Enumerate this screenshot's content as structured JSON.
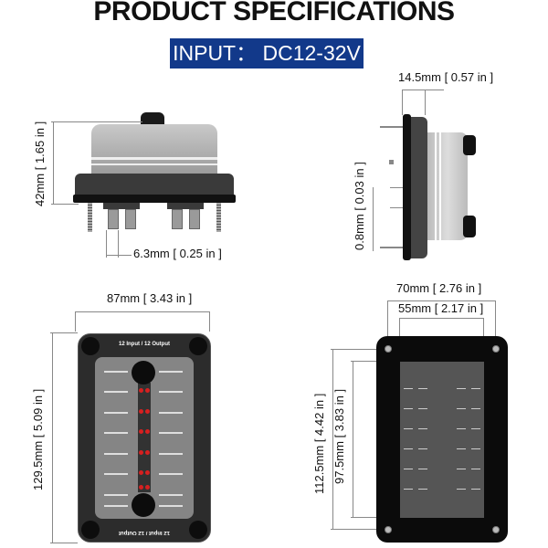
{
  "header": {
    "title": "PRODUCT SPECIFICATIONS",
    "input_spec": "INPUT： DC12-32V",
    "banner_color": "#12398a"
  },
  "front_view": {
    "height_label": "42mm [ 1.65 in ]",
    "terminal_pitch_label": "6.3mm [ 0.25 in ]"
  },
  "side_view": {
    "depth_label": "14.5mm [ 0.57 in ]",
    "thickness_label": "0.8mm [ 0.03 in ]"
  },
  "panel_view": {
    "width_label": "87mm [ 3.43 in ]",
    "height_label": "129.5mm [ 5.09 in ]",
    "top_text": "12 Input / 12 Output",
    "bottom_text": "12 Input / 12 Output",
    "led_color": "#e02020"
  },
  "back_view": {
    "outer_width_label": "70mm [ 2.76 in ]",
    "inner_width_label": "55mm [ 2.17 in ]",
    "outer_height_label": "112.5mm [ 4.42 in ]",
    "inner_height_label": "97.5mm [ 3.83 in ]"
  }
}
